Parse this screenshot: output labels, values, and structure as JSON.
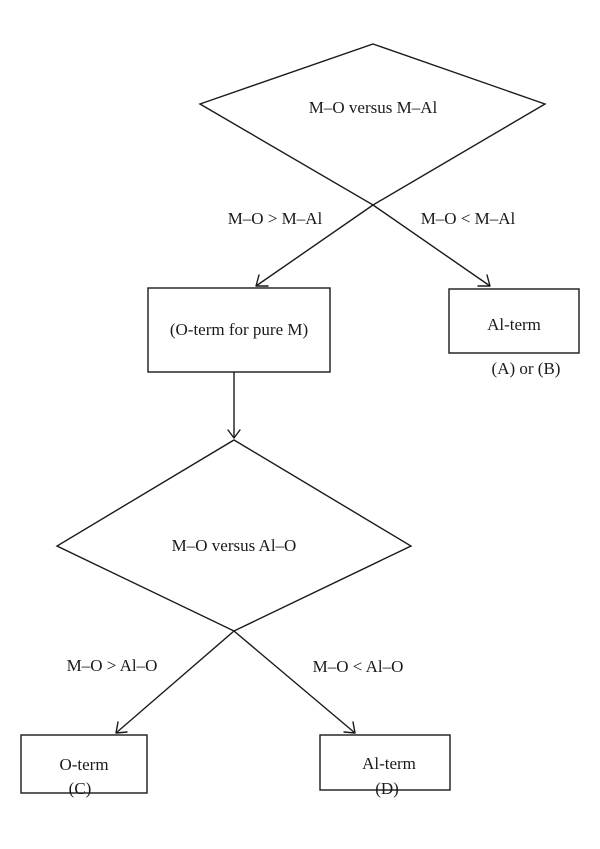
{
  "decision_top": {
    "label": "M–O versus M–Al"
  },
  "branch_top_left": {
    "label": "M–O > M–Al"
  },
  "branch_top_right": {
    "label": "M–O < M–Al"
  },
  "box_o_term_pure": {
    "label": "(O-term for pure M)"
  },
  "box_al_term_top": {
    "label": "Al-term",
    "caption": "(A) or (B)"
  },
  "decision_bottom": {
    "label": "M–O versus Al–O"
  },
  "branch_bottom_left": {
    "label": "M–O > Al–O"
  },
  "branch_bottom_right": {
    "label": "M–O < Al–O"
  },
  "box_o_term": {
    "label": "O-term",
    "caption": "(C)"
  },
  "box_al_term_bottom": {
    "label": "Al-term",
    "caption": "(D)"
  }
}
